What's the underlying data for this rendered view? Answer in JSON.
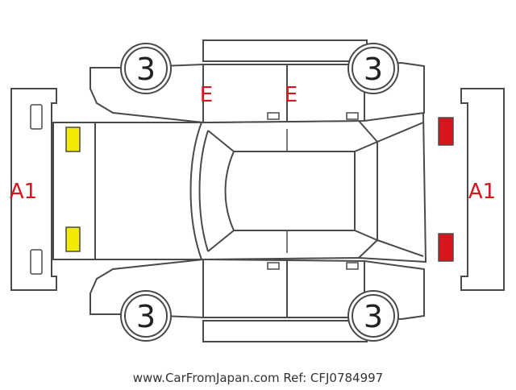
{
  "diagram": {
    "grades": {
      "front_left_wheel": "3",
      "front_right_wheel": "3",
      "rear_left_wheel": "3",
      "rear_right_wheel": "3"
    },
    "marks": {
      "front_bumper": "A1",
      "rear_bumper": "A1",
      "left_front_door": "E",
      "left_rear_door": "E"
    },
    "lamp_colors": {
      "front": "#f2ea00",
      "rear": "#d8141c"
    }
  },
  "footer": {
    "watermark": "www.CarFromJapan.com Ref: CFJ0784997"
  }
}
